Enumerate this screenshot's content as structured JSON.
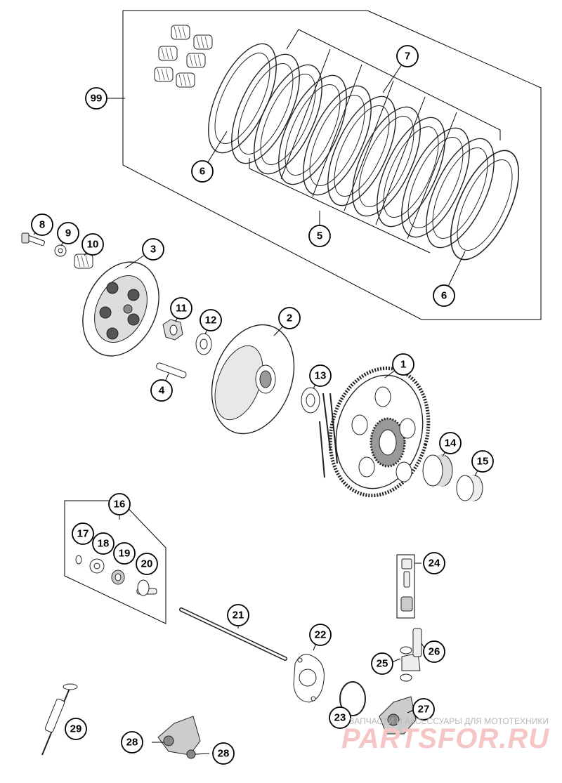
{
  "diagram": {
    "callouts": [
      {
        "id": "99",
        "label": "99"
      },
      {
        "id": "7",
        "label": "7"
      },
      {
        "id": "6a",
        "label": "6"
      },
      {
        "id": "5",
        "label": "5"
      },
      {
        "id": "6b",
        "label": "6"
      },
      {
        "id": "8",
        "label": "8"
      },
      {
        "id": "9",
        "label": "9"
      },
      {
        "id": "10",
        "label": "10"
      },
      {
        "id": "3",
        "label": "3"
      },
      {
        "id": "11",
        "label": "11"
      },
      {
        "id": "12",
        "label": "12"
      },
      {
        "id": "2",
        "label": "2"
      },
      {
        "id": "13",
        "label": "13"
      },
      {
        "id": "1",
        "label": "1"
      },
      {
        "id": "4",
        "label": "4"
      },
      {
        "id": "14",
        "label": "14"
      },
      {
        "id": "15",
        "label": "15"
      },
      {
        "id": "16",
        "label": "16"
      },
      {
        "id": "17",
        "label": "17"
      },
      {
        "id": "18",
        "label": "18"
      },
      {
        "id": "19",
        "label": "19"
      },
      {
        "id": "20",
        "label": "20"
      },
      {
        "id": "21",
        "label": "21"
      },
      {
        "id": "22",
        "label": "22"
      },
      {
        "id": "24",
        "label": "24"
      },
      {
        "id": "25",
        "label": "25"
      },
      {
        "id": "26",
        "label": "26"
      },
      {
        "id": "23",
        "label": "23"
      },
      {
        "id": "27",
        "label": "27"
      },
      {
        "id": "29",
        "label": "29"
      },
      {
        "id": "28a",
        "label": "28"
      },
      {
        "id": "28b",
        "label": "28"
      }
    ]
  },
  "watermark": {
    "caption": "ЗАПЧАСТИ И АКСЕССУАРЫ ДЛЯ МОТОТЕХНИКИ",
    "logo": "PARTSFOR.RU",
    "caption_color": "#b8b8b8",
    "logo_color": "#f6c6c6"
  }
}
